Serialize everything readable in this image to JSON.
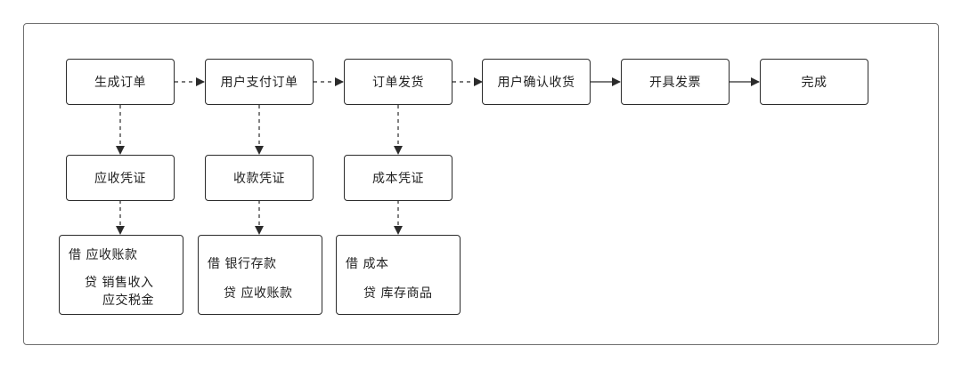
{
  "flow": {
    "create_order": "生成订单",
    "user_pay": "用户支付订单",
    "ship_order": "订单发货",
    "user_confirm": "用户确认收货",
    "issue_invoice": "开具发票",
    "done": "完成"
  },
  "vouchers": {
    "receivable": "应收凭证",
    "receipt": "收款凭证",
    "cost": "成本凭证"
  },
  "entries": {
    "receivable": {
      "debit": "借 应收账款",
      "credit_1": "贷 销售收入",
      "credit_2": "应交税金"
    },
    "receipt": {
      "debit": "借 银行存款",
      "credit_1": "贷 应收账款"
    },
    "cost": {
      "debit": "借 成本",
      "credit_1": "贷 库存商品"
    }
  },
  "colors": {
    "stroke": "#2b2b2b",
    "frame": "#6f6f6f"
  }
}
